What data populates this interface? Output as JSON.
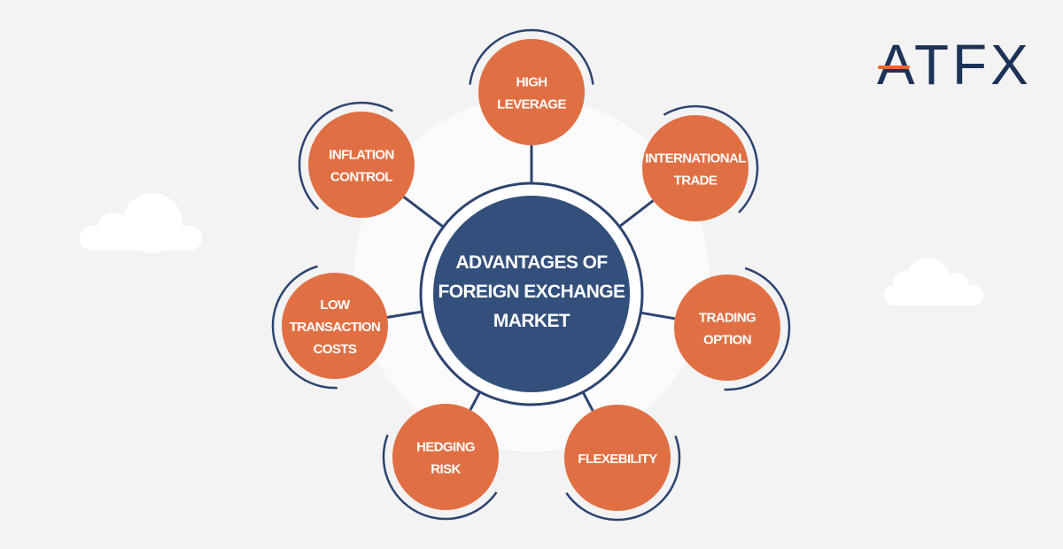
{
  "logo": {
    "text": "ATFX"
  },
  "colors": {
    "background": "#f3f3f3",
    "center": "#334f7c",
    "node": "#e07044",
    "line": "#2d4470",
    "halo": "#fbfbfb",
    "logo_text": "#1d3257",
    "logo_accent": "#ee6a2c"
  },
  "center": {
    "lines": [
      "ADVANTAGES OF",
      "FOREIGN EXCHANGE",
      "MARKET"
    ]
  },
  "nodes": [
    {
      "id": "high-leverage",
      "lines": [
        "HIGH",
        "LEVERAGE"
      ]
    },
    {
      "id": "international-trade",
      "lines": [
        "INTERNATIONAL",
        "TRADE"
      ]
    },
    {
      "id": "trading-option",
      "lines": [
        "TRADING",
        "OPTION"
      ]
    },
    {
      "id": "flexebility",
      "lines": [
        "FLEXEBILITY"
      ]
    },
    {
      "id": "hedging-risk",
      "lines": [
        "HEDGING",
        "RISK"
      ]
    },
    {
      "id": "low-transaction-costs",
      "lines": [
        "LOW",
        "TRANSACTION",
        "COSTS"
      ]
    },
    {
      "id": "inflation-control",
      "lines": [
        "INFLATION",
        "CONTROL"
      ]
    }
  ]
}
